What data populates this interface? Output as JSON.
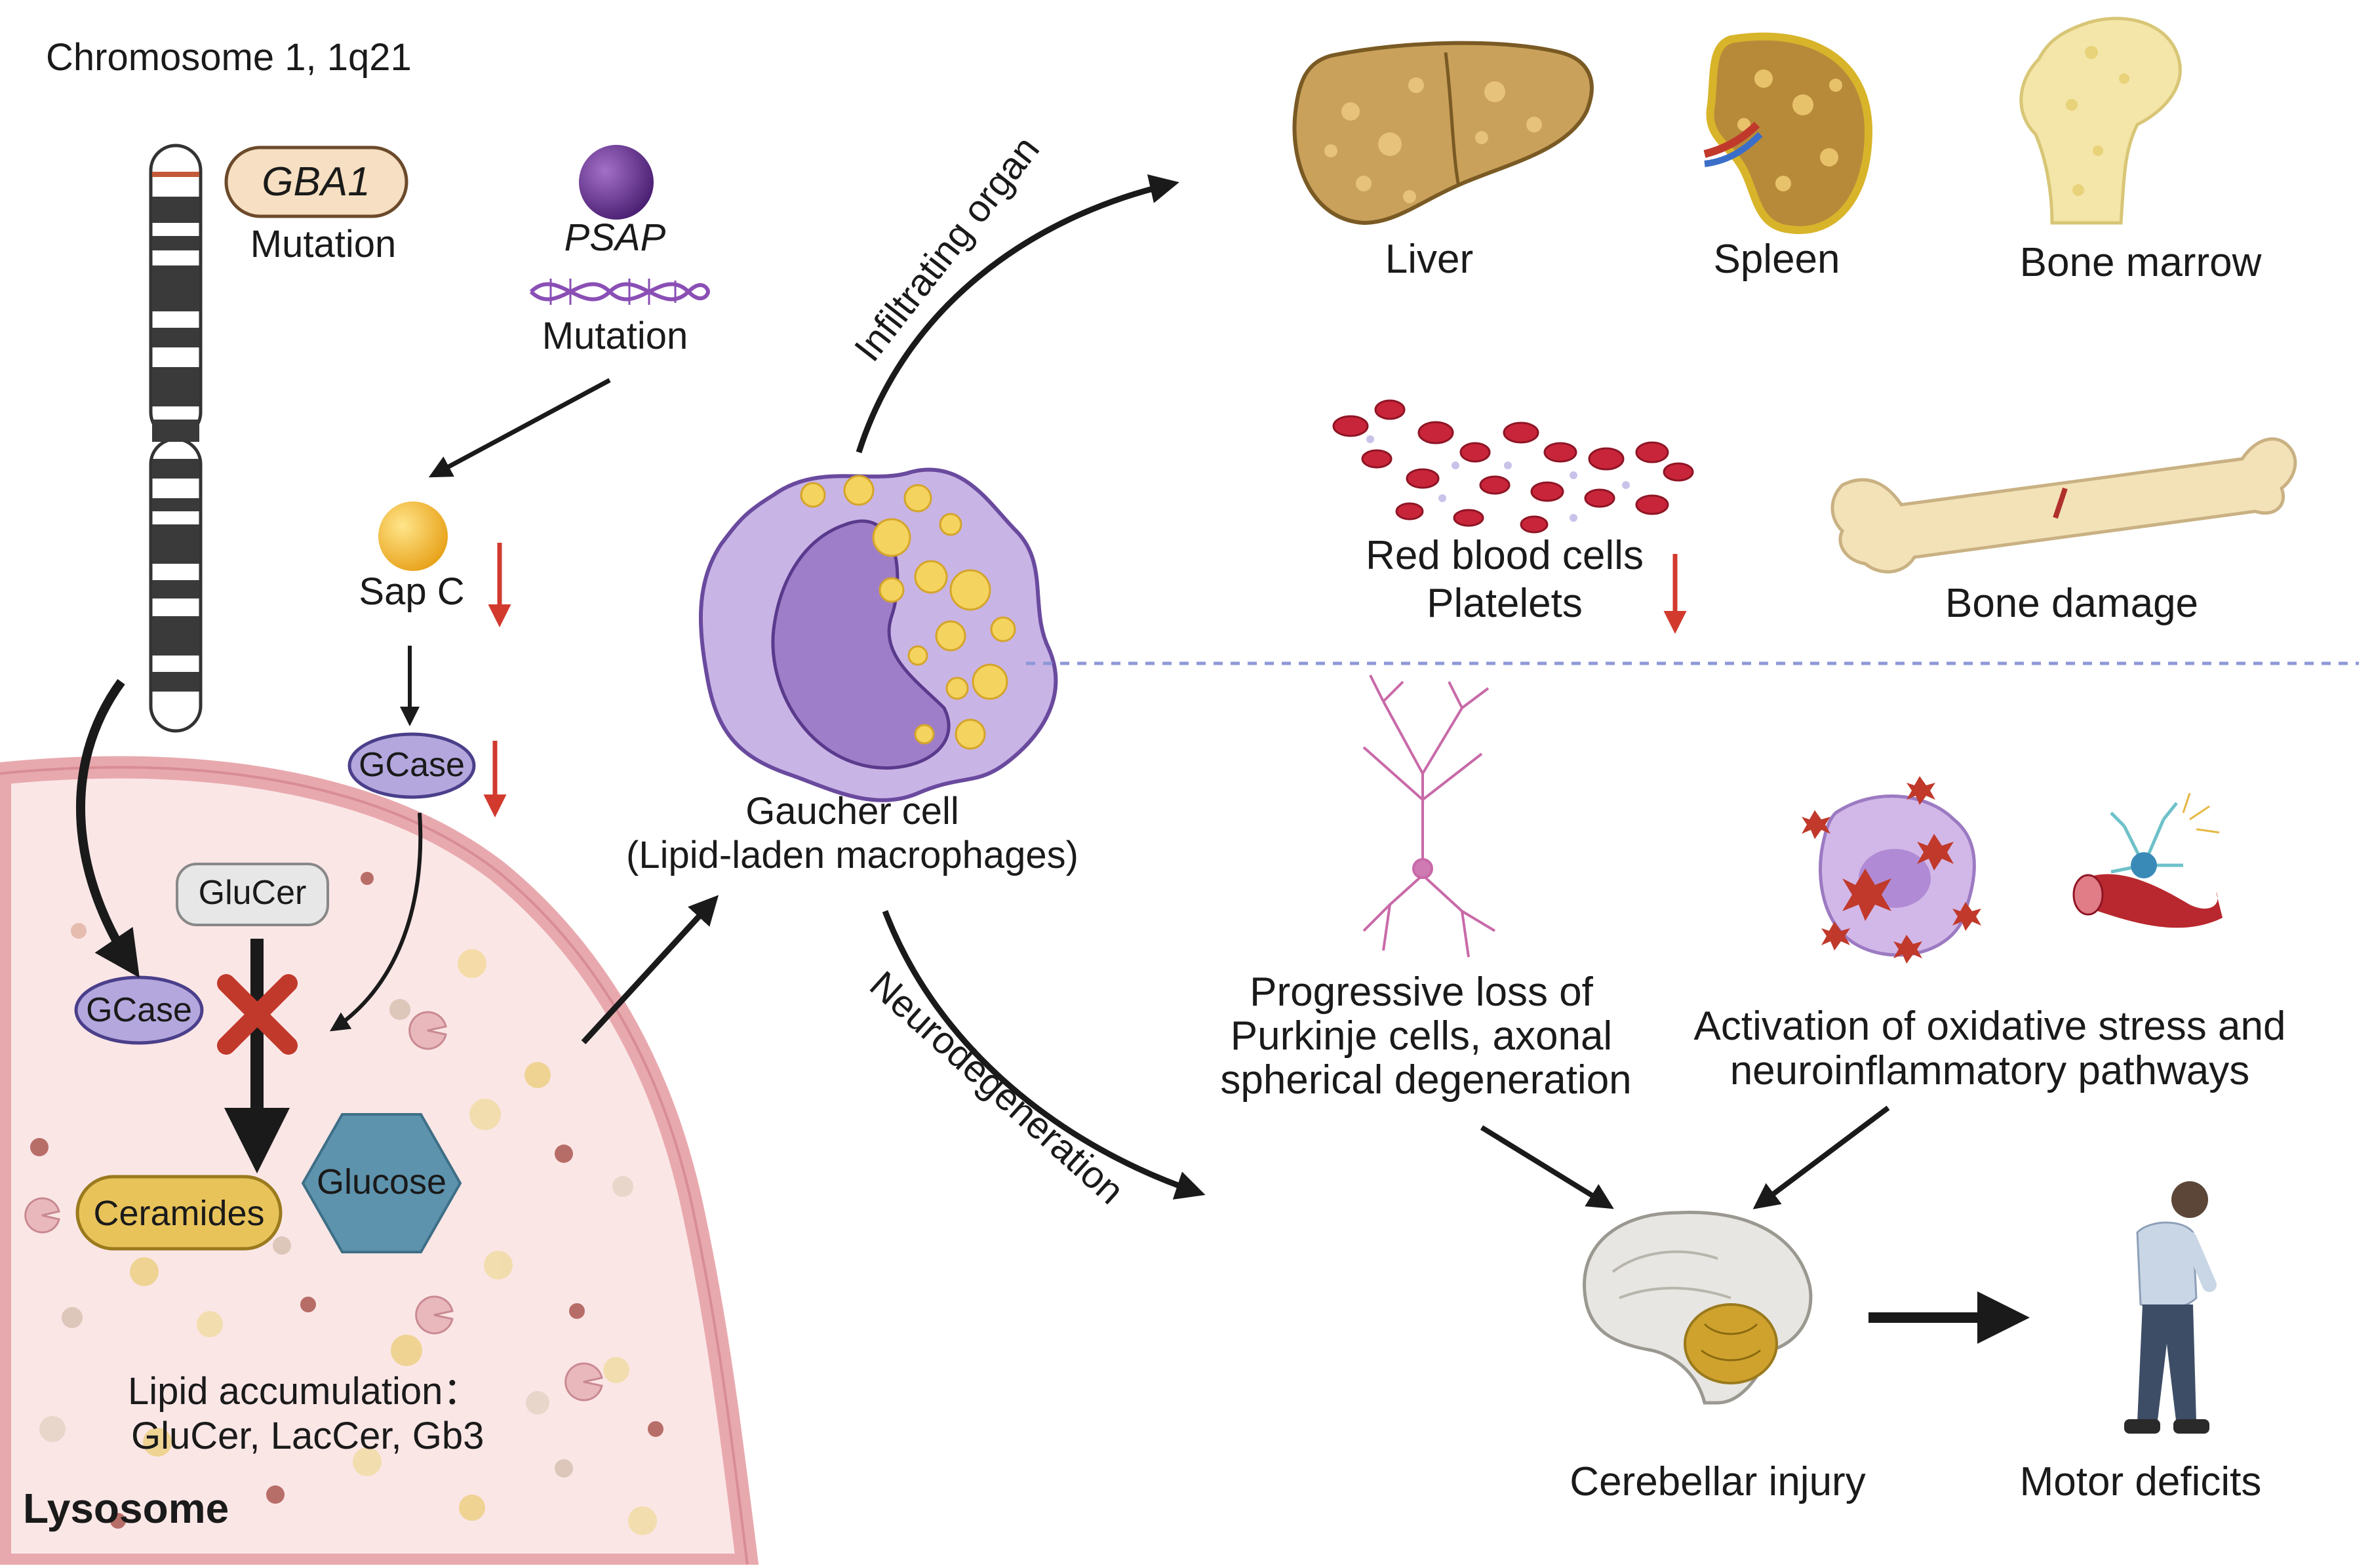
{
  "chromosome": {
    "title": "Chromosome 1, 1q21"
  },
  "gba1": {
    "gene": "GBA1",
    "mutation": "Mutation"
  },
  "psap": {
    "gene": "PSAP",
    "mutation": "Mutation"
  },
  "sapc": {
    "label": "Sap C"
  },
  "gcase_upper": {
    "label": "GCase"
  },
  "lysosome": {
    "title": "Lysosome",
    "glucer": "GluCer",
    "gcase": "GCase",
    "ceramides": "Ceramides",
    "glucose": "Glucose",
    "accumulation_title": "Lipid accumulation：",
    "accumulation_list": "GluCer, LacCer, Gb3"
  },
  "gaucher": {
    "line1": "Gaucher cell",
    "line2": "(Lipid-laden macrophages)"
  },
  "arrows": {
    "infiltrating": "Infiltrating organ",
    "neuro": "Neurodegeneration"
  },
  "organs": {
    "liver": "Liver",
    "spleen": "Spleen",
    "marrow": "Bone marrow"
  },
  "blood": {
    "line1": "Red blood cells",
    "line2": "Platelets"
  },
  "bone": {
    "label": "Bone damage"
  },
  "purkinje": {
    "line1": "Progressive loss of",
    "line2": "Purkinje cells, axonal",
    "line3": "spherical degeneration"
  },
  "oxidative": {
    "line1": "Activation of oxidative stress and",
    "line2": "neuroinflammatory pathways"
  },
  "outcomes": {
    "cerebellar": "Cerebellar injury",
    "motor": "Motor deficits"
  },
  "colors": {
    "down_arrow": "#d23a2e",
    "lysosome_fill": "#fbe6e6",
    "lysosome_border": "#e8a9ae",
    "gcase_fill": "#b4a7dd",
    "ceramides_fill": "#e8c35a",
    "glucose_fill": "#5e93ad",
    "macrophage_fill": "#c9b4e6",
    "dashed_line": "#8f98d8"
  },
  "icons": [
    "chromosome-icon",
    "psap-protein-icon",
    "dna-icon",
    "sap-c-icon",
    "gaucher-cell-icon",
    "liver-icon",
    "spleen-icon",
    "bone-marrow-icon",
    "red-blood-cells-icon",
    "bone-icon",
    "purkinje-neuron-icon",
    "oxidative-cell-icon",
    "vessel-inflammation-icon",
    "brain-icon",
    "person-icon",
    "block-x-icon"
  ]
}
